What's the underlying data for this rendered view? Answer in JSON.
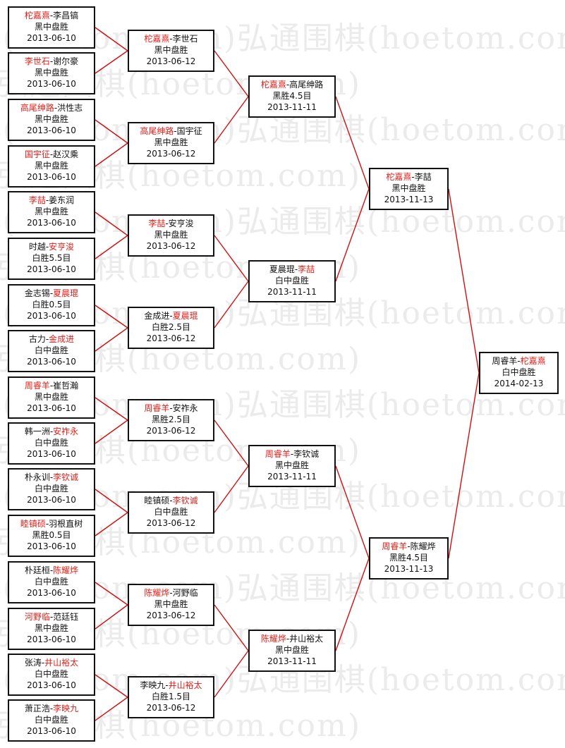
{
  "watermark": "弘通围棋(hoetom.com)",
  "colors": {
    "winner": "#e0201a",
    "text": "#111111",
    "line": "#d01010",
    "watermark": "#ebebeb"
  },
  "matches": [
    {
      "id": "r1-1",
      "p1": "柁嘉熹",
      "p2": "李昌镐",
      "winner": 1,
      "result": "黑中盘胜",
      "date": "2013-06-10"
    },
    {
      "id": "r1-2",
      "p1": "李世石",
      "p2": "谢尔豪",
      "winner": 1,
      "result": "黑中盘胜",
      "date": "2013-06-10"
    },
    {
      "id": "r1-3",
      "p1": "高尾绅路",
      "p2": "洪性志",
      "winner": 1,
      "result": "黑中盘胜",
      "date": "2013-06-10"
    },
    {
      "id": "r1-4",
      "p1": "国宇征",
      "p2": "赵汉乘",
      "winner": 1,
      "result": "黑中盘胜",
      "date": "2013-06-10"
    },
    {
      "id": "r1-5",
      "p1": "李喆",
      "p2": "姜东润",
      "winner": 1,
      "result": "黑中盘胜",
      "date": "2013-06-10"
    },
    {
      "id": "r1-6",
      "p1": "时越",
      "p2": "安亨浚",
      "winner": 2,
      "result": "白胜5.5目",
      "date": "2013-06-10"
    },
    {
      "id": "r1-7",
      "p1": "金志锡",
      "p2": "夏晨琨",
      "winner": 2,
      "result": "白胜0.5目",
      "date": "2013-06-10"
    },
    {
      "id": "r1-8",
      "p1": "古力",
      "p2": "金成进",
      "winner": 2,
      "result": "白中盘胜",
      "date": "2013-06-10"
    },
    {
      "id": "r1-9",
      "p1": "周睿羊",
      "p2": "崔哲瀚",
      "winner": 1,
      "result": "黑中盘胜",
      "date": "2013-06-10"
    },
    {
      "id": "r1-10",
      "p1": "韩一洲",
      "p2": "安祚永",
      "winner": 2,
      "result": "白中盘胜",
      "date": "2013-06-10"
    },
    {
      "id": "r1-11",
      "p1": "朴永训",
      "p2": "李钦诚",
      "winner": 2,
      "result": "白中盘胜",
      "date": "2013-06-10"
    },
    {
      "id": "r1-12",
      "p1": "睦镇硕",
      "p2": "羽根直树",
      "winner": 1,
      "result": "黑胜0.5目",
      "date": "2013-06-10"
    },
    {
      "id": "r1-13",
      "p1": "朴廷桓",
      "p2": "陈耀烨",
      "winner": 2,
      "result": "白中盘胜",
      "date": "2013-06-10"
    },
    {
      "id": "r1-14",
      "p1": "河野临",
      "p2": "范廷钰",
      "winner": 1,
      "result": "黑中盘胜",
      "date": "2013-06-10"
    },
    {
      "id": "r1-15",
      "p1": "张涛",
      "p2": "井山裕太",
      "winner": 2,
      "result": "白中盘胜",
      "date": "2013-06-10"
    },
    {
      "id": "r1-16",
      "p1": "萧正浩",
      "p2": "李映九",
      "winner": 2,
      "result": "白中盘胜",
      "date": "2013-06-10"
    },
    {
      "id": "r2-1",
      "p1": "柁嘉熹",
      "p2": "李世石",
      "winner": 1,
      "result": "黑中盘胜",
      "date": "2013-06-12"
    },
    {
      "id": "r2-2",
      "p1": "高尾绅路",
      "p2": "国宇征",
      "winner": 1,
      "result": "黑中盘胜",
      "date": "2013-06-12"
    },
    {
      "id": "r2-3",
      "p1": "李喆",
      "p2": "安亨浚",
      "winner": 1,
      "result": "黑中盘胜",
      "date": "2013-06-12"
    },
    {
      "id": "r2-4",
      "p1": "金成进",
      "p2": "夏晨琨",
      "winner": 2,
      "result": "白胜2.5目",
      "date": "2013-06-12"
    },
    {
      "id": "r2-5",
      "p1": "周睿羊",
      "p2": "安祚永",
      "winner": 1,
      "result": "黑胜2.5目",
      "date": "2013-06-12"
    },
    {
      "id": "r2-6",
      "p1": "睦镇硕",
      "p2": "李钦诚",
      "winner": 2,
      "result": "白中盘胜",
      "date": "2013-06-12"
    },
    {
      "id": "r2-7",
      "p1": "陈耀烨",
      "p2": "河野临",
      "winner": 1,
      "result": "黑中盘胜",
      "date": "2013-06-12"
    },
    {
      "id": "r2-8",
      "p1": "李映九",
      "p2": "井山裕太",
      "winner": 2,
      "result": "白胜1.5目",
      "date": "2013-06-12"
    },
    {
      "id": "r3-1",
      "p1": "柁嘉熹",
      "p2": "高尾绅路",
      "winner": 1,
      "result": "黑胜4.5目",
      "date": "2013-11-11"
    },
    {
      "id": "r3-2",
      "p1": "夏晨琨",
      "p2": "李喆",
      "winner": 2,
      "result": "白中盘胜",
      "date": "2013-11-11"
    },
    {
      "id": "r3-3",
      "p1": "周睿羊",
      "p2": "李钦诚",
      "winner": 1,
      "result": "黑中盘胜",
      "date": "2013-11-11"
    },
    {
      "id": "r3-4",
      "p1": "陈耀烨",
      "p2": "井山裕太",
      "winner": 1,
      "result": "黑中盘胜",
      "date": "2013-11-11"
    },
    {
      "id": "r4-1",
      "p1": "柁嘉熹",
      "p2": "李喆",
      "winner": 1,
      "result": "黑中盘胜",
      "date": "2013-11-13"
    },
    {
      "id": "r4-2",
      "p1": "周睿羊",
      "p2": "陈耀烨",
      "winner": 1,
      "result": "黑胜4.5目",
      "date": "2013-11-13"
    },
    {
      "id": "final",
      "p1": "周睿羊",
      "p2": "柁嘉熹",
      "winner": 2,
      "result": "白中盘胜",
      "date": "2014-02-13"
    }
  ]
}
